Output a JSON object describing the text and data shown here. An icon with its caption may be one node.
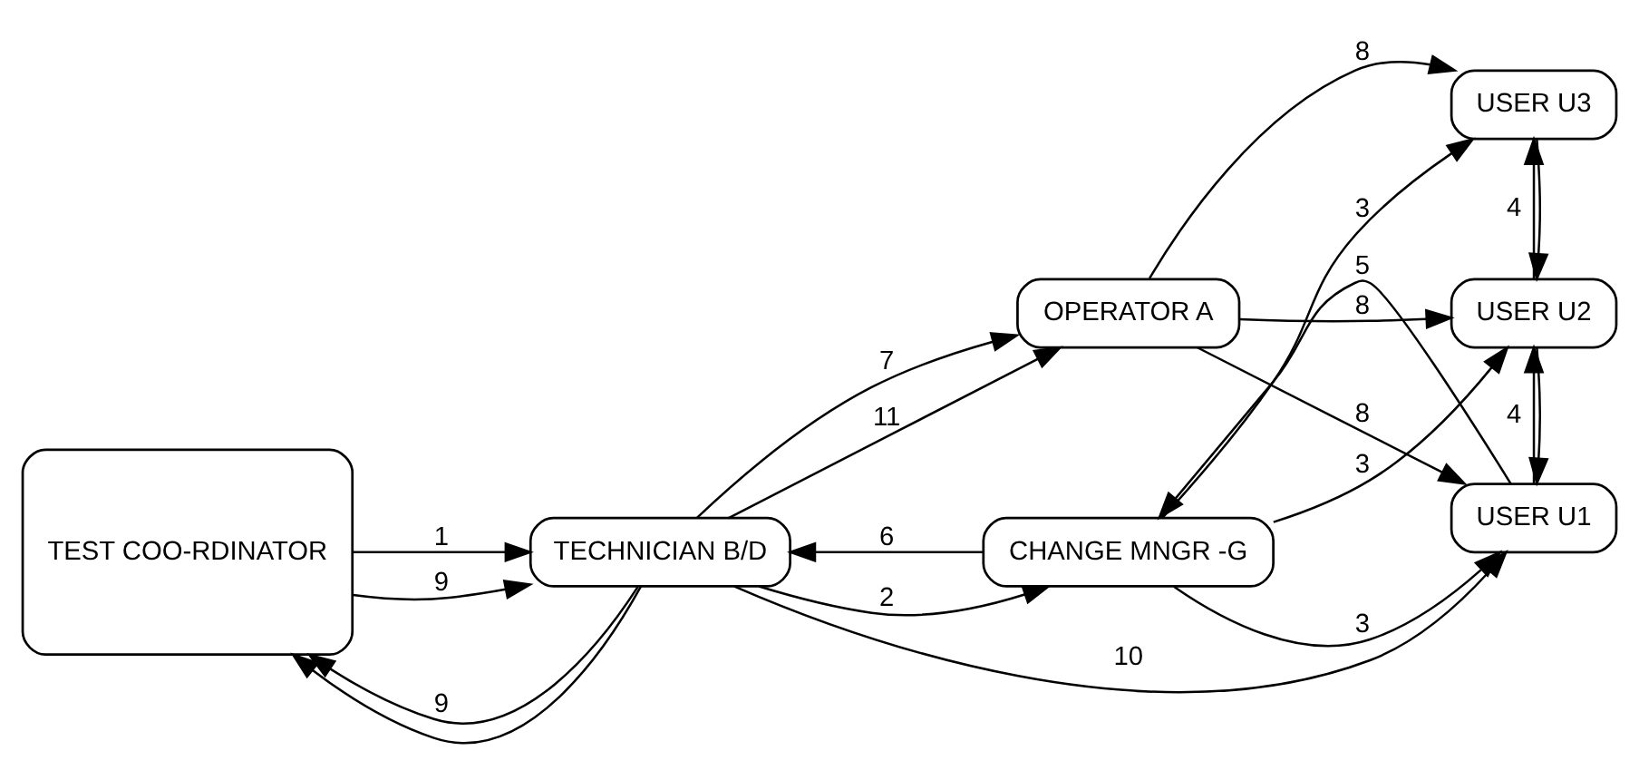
{
  "diagram": {
    "nodes": [
      {
        "text": [
          "TEST COO-RDINATOR"
        ]
      },
      {
        "text": [
          "TECHNICIAN B/D"
        ]
      },
      {
        "text": [
          "CHANGE MNGR -G"
        ]
      },
      {
        "text": [
          "USER U1"
        ]
      },
      {
        "text": [
          "USER U2"
        ]
      },
      {
        "text": [
          "OPERATOR A"
        ]
      },
      {
        "text": [
          "USER U3"
        ]
      }
    ],
    "edges": [
      {
        "from": 1,
        "to": 0,
        "arrow": "to",
        "label": "9"
      },
      {
        "from": 1,
        "to": 0,
        "arrow": "to"
      },
      {
        "from": 0,
        "to": 1,
        "arrow": "to",
        "label": "1"
      },
      {
        "from": 0,
        "to": 1,
        "arrow": "to",
        "label": "9"
      },
      {
        "from": 1,
        "to": 2,
        "arrow": "to",
        "label": "2"
      },
      {
        "from": 2,
        "to": 1,
        "arrow": "to",
        "label": "6"
      },
      {
        "from": 2,
        "to": 3,
        "arrow": "to",
        "label": "3"
      },
      {
        "from": 3,
        "to": 2,
        "arrow": "to",
        "label": "5"
      },
      {
        "from": 2,
        "to": 4,
        "arrow": "to",
        "label": "3"
      },
      {
        "from": 2,
        "to": 6,
        "arrow": "to",
        "label": "3"
      },
      {
        "from": 1,
        "to": 3,
        "arrow": "to",
        "label": "10"
      },
      {
        "from": 1,
        "to": 5,
        "arrow": "to",
        "label": "11"
      },
      {
        "from": 1,
        "to": 5,
        "arrow": "to",
        "label": "7"
      },
      {
        "from": 5,
        "to": 3,
        "arrow": "to",
        "label": "8"
      },
      {
        "from": 5,
        "to": 4,
        "arrow": "to",
        "label": "8"
      },
      {
        "from": 5,
        "to": 6,
        "arrow": "to",
        "label": "8"
      },
      {
        "from": 3,
        "to": 4,
        "arrow": "to",
        "label": "4"
      },
      {
        "from": 4,
        "to": 3,
        "arrow": "to"
      },
      {
        "from": 4,
        "to": 6,
        "arrow": "to",
        "label": "4"
      },
      {
        "from": 6,
        "to": 4,
        "arrow": "to"
      }
    ]
  }
}
